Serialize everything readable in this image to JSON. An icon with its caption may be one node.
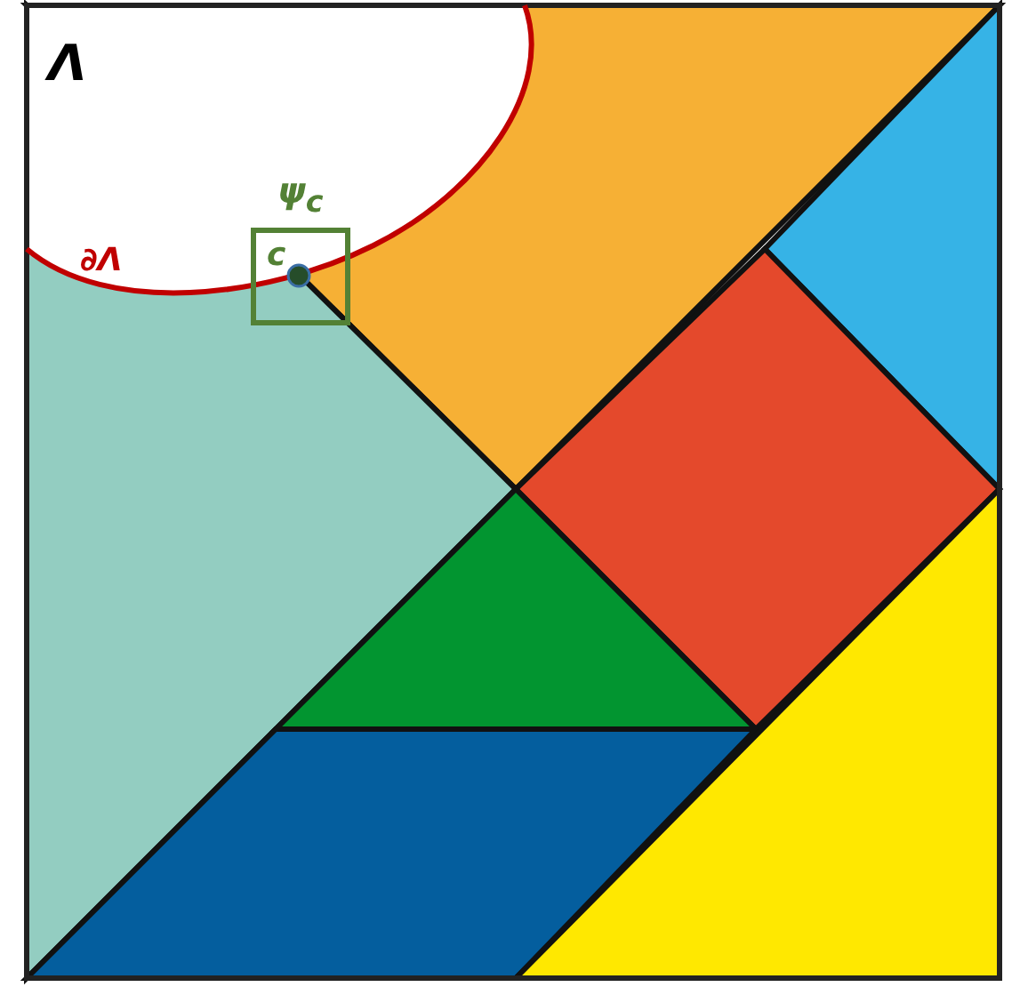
{
  "diagram": {
    "nodes": [
      {
        "text": [
          "ψ$_{c}$",
          "c"
        ]
      }
    ],
    "labels": [
      "Λ",
      "∂Λ"
    ]
  }
}
